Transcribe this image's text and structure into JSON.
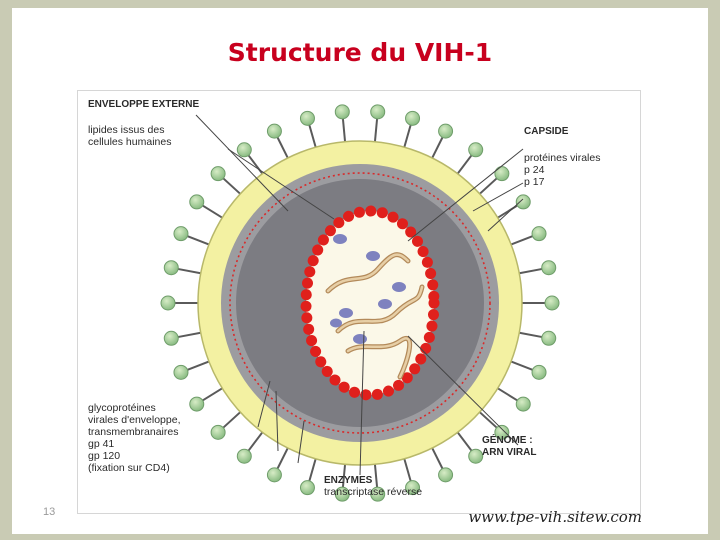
{
  "slide": {
    "title": "Structure du VIH-1",
    "page_number": "13",
    "source": "www.tpe-vih.sitew.com"
  },
  "diagram": {
    "labels": {
      "enveloppe_externe": "ENVELOPPE EXTERNE",
      "lipides_1": "lipides issus des",
      "lipides_2": "cellules humaines",
      "capside": "CAPSIDE",
      "proteines_1": "protéines virales",
      "proteines_2": "p 24",
      "proteines_3": "p 17",
      "glyco_1": "glycoprotéines",
      "glyco_2": "virales d'enveloppe,",
      "glyco_3": "transmembranaires",
      "glyco_4": "gp 41",
      "glyco_5": "gp 120",
      "glyco_6": "(fixation sur CD4)",
      "genome_1": "GÉNOME :",
      "genome_2": "ARN VIRAL",
      "enzymes_1": "ENZYMES",
      "enzymes_2": "transcriptase réverse"
    }
  }
}
